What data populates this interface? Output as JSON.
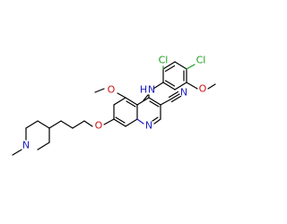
{
  "molecule": {
    "colors": {
      "carbon_bond": "#000000",
      "nitrogen": "#1f1fbf",
      "oxygen": "#d01010",
      "chlorine": "#1a9e1a",
      "background": "#ffffff"
    },
    "labels": {
      "cl_top": "Cl",
      "cl_right": "Cl",
      "nh_n": "N",
      "nh_h": "H",
      "o_methoxy_right": "O",
      "o_methoxy_left": "O",
      "n_nitrile": "N",
      "n_quinoline": "N",
      "o_ether": "O",
      "n_piperidine": "N"
    }
  }
}
